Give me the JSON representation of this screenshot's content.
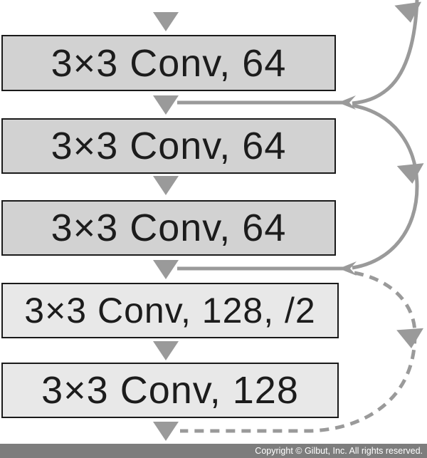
{
  "diagram": {
    "boxes": [
      {
        "label": "3×3 Conv, 64",
        "style": "dark"
      },
      {
        "label": "3×3 Conv, 64",
        "style": "dark"
      },
      {
        "label": "3×3 Conv, 64",
        "style": "dark"
      },
      {
        "label": "3×3 Conv, 128, /2",
        "style": "light"
      },
      {
        "label": "3×3 Conv, 128",
        "style": "light"
      }
    ],
    "connections": [
      {
        "type": "solid",
        "name": "skip-arc-into-junction-1"
      },
      {
        "type": "solid",
        "name": "skip-arc-around-boxes-2-3"
      },
      {
        "type": "dashed",
        "name": "skip-arc-around-boxes-4-5"
      }
    ],
    "icons": {
      "flow_arrow": "down-triangle",
      "junction_arrow": "left-dart"
    }
  },
  "colors": {
    "box-dark": "#d2d2d2",
    "box-light": "#e8e8e8",
    "box-border": "#1a1a1a",
    "arrow-gray": "#9a9a9a",
    "text-color": "#1c1c1c",
    "footer-bg": "#7d7d7d",
    "footer-text": "#ffffff"
  },
  "footer": {
    "copyright": "Copyright © Gilbut, Inc. All rights reserved."
  }
}
